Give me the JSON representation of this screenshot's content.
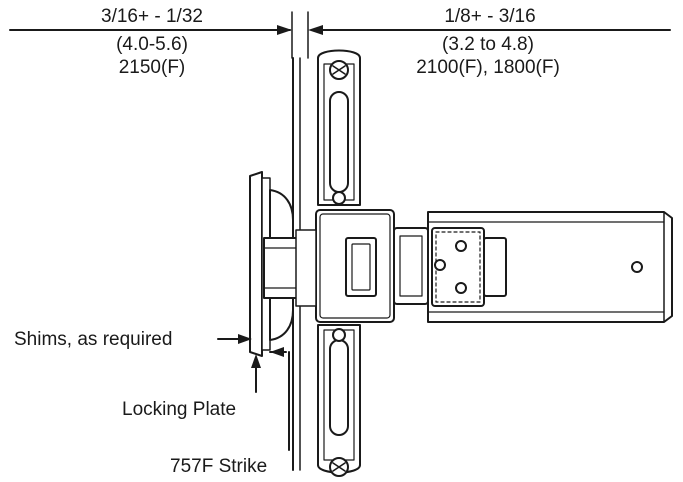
{
  "left_dimension": {
    "fraction": "3/16+  -  1/32",
    "metric": "(4.0-5.6)",
    "model": "2150(F)"
  },
  "right_dimension": {
    "fraction": "1/8+  -  3/16",
    "metric": "(3.2 to 4.8)",
    "model": "2100(F), 1800(F)"
  },
  "callouts": {
    "shims": "Shims, as required",
    "locking_plate": "Locking Plate",
    "strike": "757F Strike"
  },
  "colors": {
    "line": "#1a1a1a",
    "fill": "#ffffff"
  }
}
